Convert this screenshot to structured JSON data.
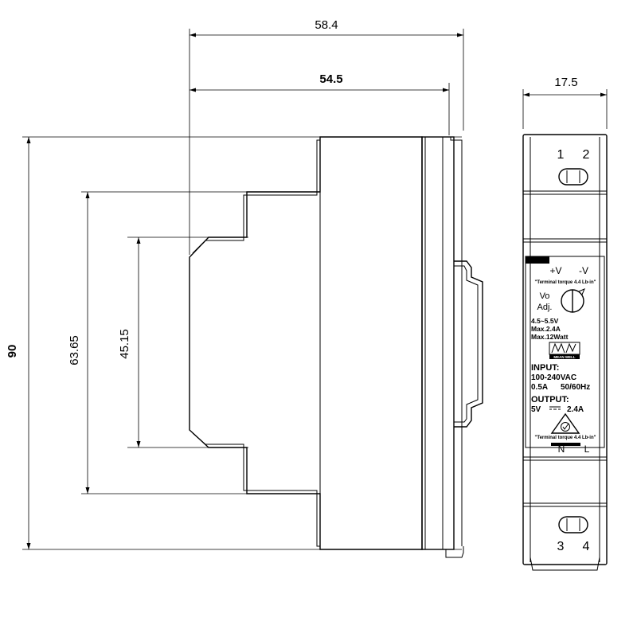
{
  "dimensions": {
    "overall_depth": "58.4",
    "body_depth": "54.5",
    "height": "90",
    "step_height_1": "63.65",
    "step_height_2": "45.15",
    "width": "17.5"
  },
  "front_panel": {
    "terminal_top_1": "1",
    "terminal_top_2": "2",
    "terminal_bottom_3": "3",
    "terminal_bottom_4": "4",
    "plus_v": "+V",
    "minus_v": "-V",
    "torque_top": "\"Terminal torque 4.4 Lb-in\"",
    "vo": "Vo",
    "adj": "Adj.",
    "voltage_range": "4.5~5.5V",
    "max_current": "Max.2.4A",
    "max_watt": "Max.12Watt",
    "logo_text": "MEAN WELL",
    "input_title": "INPUT:",
    "input_voltage": "100-240VAC",
    "input_current": "0.5A",
    "input_freq": "50/60Hz",
    "output_title": "OUTPUT:",
    "output_voltage": "5V",
    "output_current": "2.4A",
    "torque_bottom": "\"Terminal torque 4.4 Lb-in\"",
    "n_label": "N",
    "l_label": "L"
  }
}
